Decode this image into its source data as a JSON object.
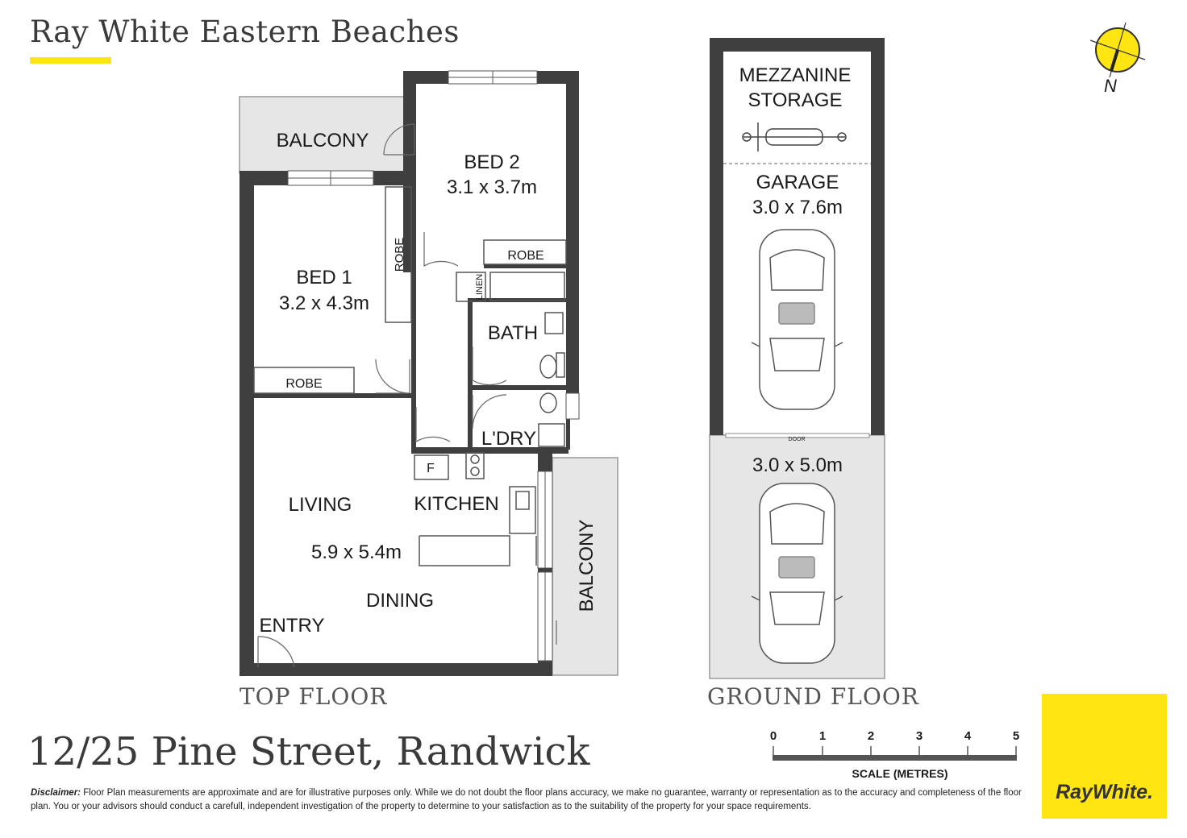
{
  "agency": "Ray White Eastern Beaches",
  "top_floor": {
    "title": "TOP FLOOR",
    "rooms": {
      "balcony_top": "BALCONY",
      "bed2_name": "BED 2",
      "bed2_size": "3.1 x 3.7m",
      "bed1_name": "BED 1",
      "bed1_size": "3.2 x 4.3m",
      "robe_bed1_side": "ROBE",
      "robe_bed1_bottom": "ROBE",
      "robe_bed2": "ROBE",
      "linen": "LINEN",
      "bath": "BATH",
      "laundry": "L'DRY",
      "fridge": "F",
      "living": "LIVING",
      "kitchen": "KITCHEN",
      "living_size": "5.9 x 5.4m",
      "dining": "DINING",
      "entry": "ENTRY",
      "balcony_side": "BALCONY"
    }
  },
  "ground_floor": {
    "title": "GROUND FLOOR",
    "mezzanine_line1": "MEZZANINE",
    "mezzanine_line2": "STORAGE",
    "garage_name": "GARAGE",
    "garage_size": "3.0 x 7.6m",
    "door": "DOOR",
    "parking_size": "3.0 x 5.0m"
  },
  "compass": "N",
  "scale": {
    "ticks": [
      "0",
      "1",
      "2",
      "3",
      "4",
      "5"
    ],
    "label": "SCALE (METRES)"
  },
  "address": "12/25 Pine Street, Randwick",
  "disclaimer": {
    "lead": "Disclaimer:",
    "text": " Floor Plan measurements are approximate and are for illustrative purposes only. While we do not doubt the  floor  plans  accuracy,  we make no guarantee, warranty or representation as to the accuracy and completeness of the floor plan.  You  or  your  advisors  should  conduct a carefull, independent investigation of the property to determine to your satisfaction as to the suitability of the property for your space requirements."
  },
  "brand_logo": "RayWhite.",
  "colors": {
    "accent": "#ffe512",
    "wall": "#3f3f3f",
    "balcony": "#e6e6e6"
  }
}
